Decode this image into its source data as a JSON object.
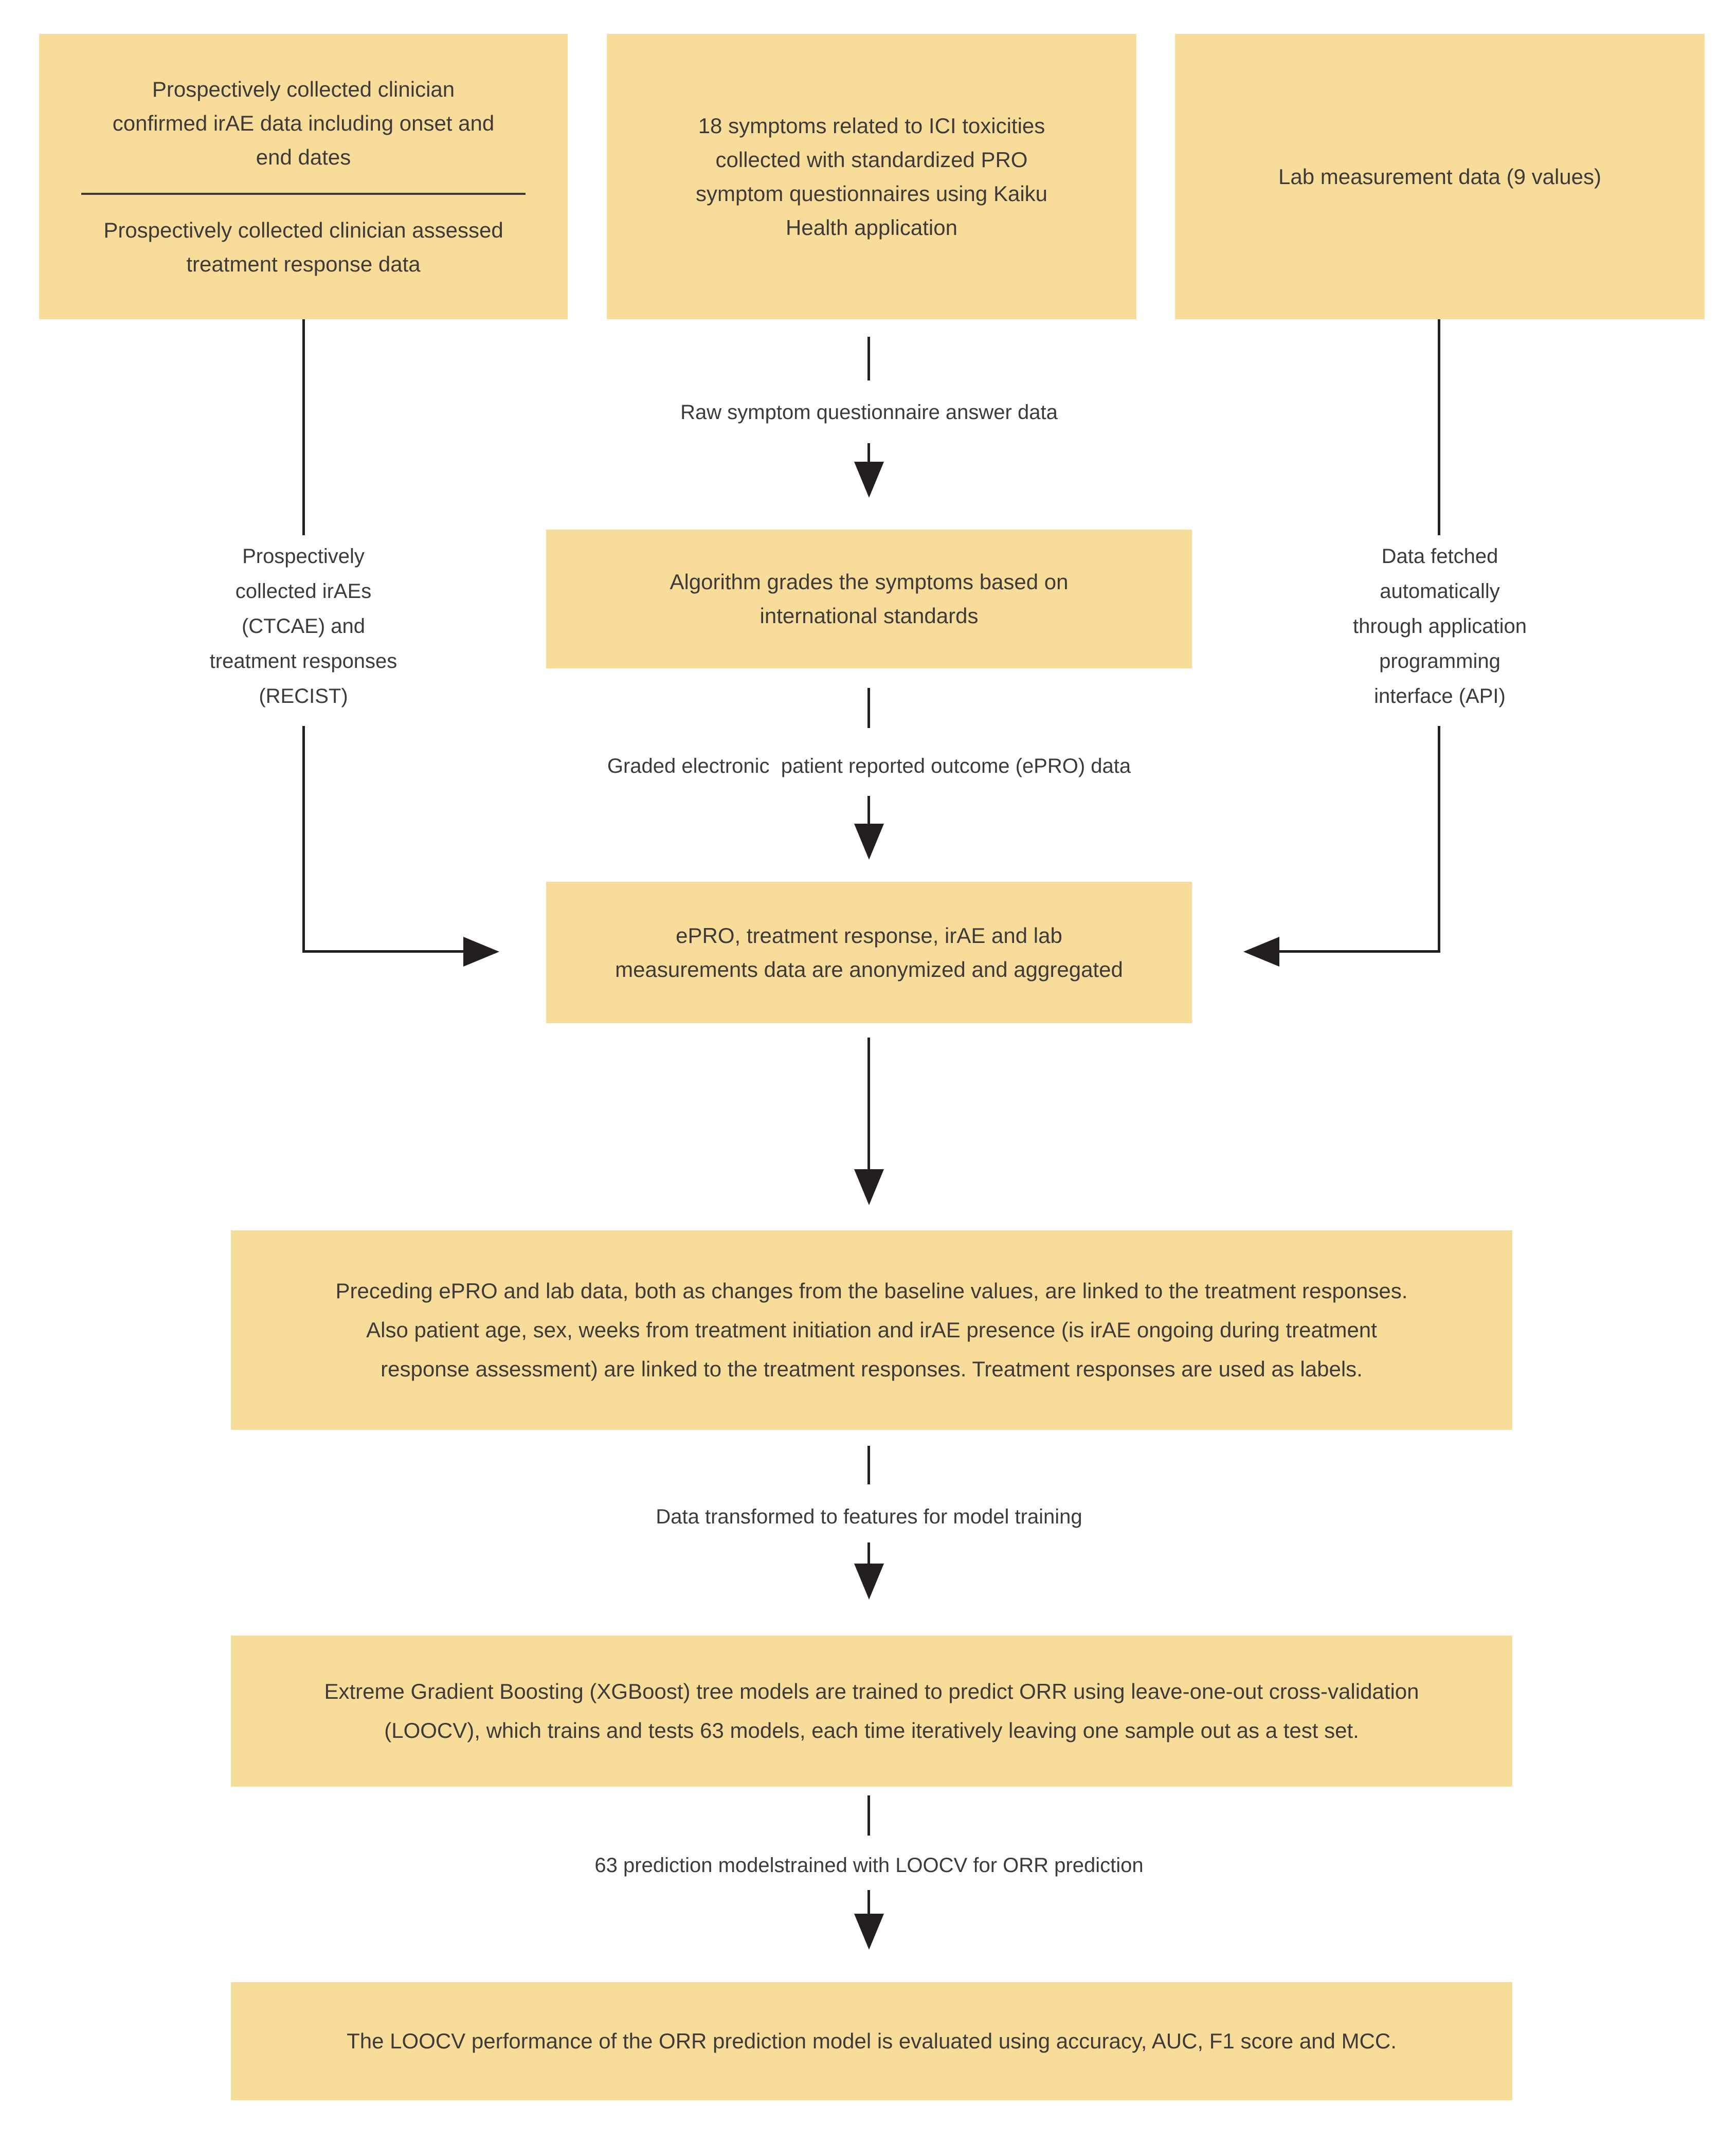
{
  "diagram": {
    "colors": {
      "box_fill": "#f8dc9a",
      "text": "#3e3a39",
      "line": "#231f20",
      "background": "#ffffff"
    },
    "boxes": {
      "clinician_top": "Prospectively collected clinician\nconfirmed irAE data including onset and\nend dates",
      "clinician_bottom": "Prospectively collected clinician assessed\ntreatment response data",
      "symptoms": "18 symptoms related to ICI toxicities\ncollected with standardized PRO\nsymptom questionnaires using Kaiku\nHealth application",
      "lab": "Lab measurement data (9 values)",
      "algorithm": "Algorithm grades the symptoms based on\ninternational standards",
      "anonymized": "ePRO, treatment response, irAE and lab\nmeasurements data are anonymized and aggregated",
      "linking": "Preceding ePRO and lab data, both as changes from the baseline values, are linked to the treatment responses.\nAlso patient age, sex, weeks from treatment initiation and irAE presence (is irAE ongoing during treatment\nresponse assessment) are linked to the treatment responses. Treatment responses are used as labels.",
      "xgboost": "Extreme Gradient Boosting (XGBoost) tree models are trained to predict ORR using leave-one-out cross-validation\n(LOOCV), which trains and tests 63 models, each time iteratively leaving one sample out as a test set.",
      "evaluation": "The LOOCV performance of the ORR prediction model is evaluated using accuracy, AUC, F1 score and MCC."
    },
    "labels": {
      "raw_answers": "Raw symptom questionnaire answer data",
      "graded_epro": "Graded electronic  patient reported outcome (ePRO) data",
      "left_side": "Prospectively\ncollected irAEs\n(CTCAE) and\ntreatment responses\n(RECIST)",
      "right_side": "Data fetched\nautomatically\nthrough application\nprogramming\ninterface (API)",
      "features": "Data transformed to features for model training",
      "models": "63 prediction modelstrained with LOOCV for ORR prediction"
    }
  }
}
